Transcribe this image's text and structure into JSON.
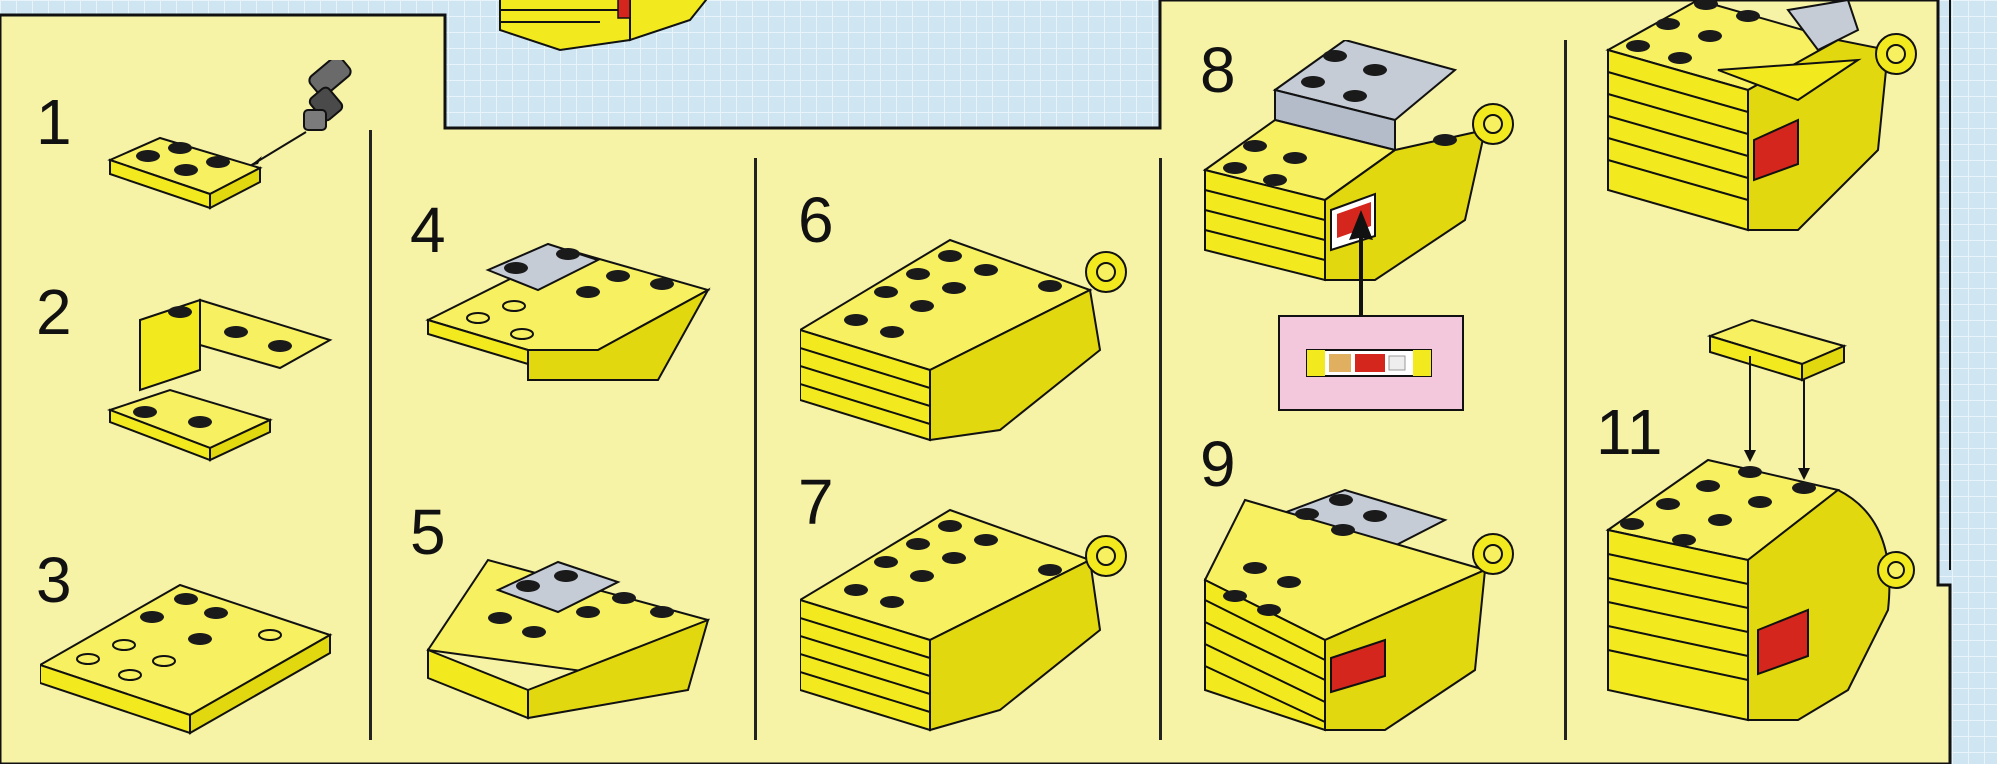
{
  "steps": [
    {
      "label": "1"
    },
    {
      "label": "2"
    },
    {
      "label": "3"
    },
    {
      "label": "4"
    },
    {
      "label": "5"
    },
    {
      "label": "6"
    },
    {
      "label": "7"
    },
    {
      "label": "8"
    },
    {
      "label": "9"
    },
    {
      "label": "11"
    }
  ],
  "colors": {
    "panel_fill": "#f6f2a6",
    "page_background": "#cfe6f2",
    "brick_yellow": "#f2ea1f",
    "brick_yellow_top": "#f7f060",
    "brick_gray": "#c5ccd6",
    "stud_dark": "#1a1a1a",
    "outline": "#111111",
    "decal_box": "#f3c8dc",
    "decal_red": "#d4261c"
  },
  "icons": [
    "universal-joint-icon",
    "decal-icon",
    "arrow-icon"
  ]
}
